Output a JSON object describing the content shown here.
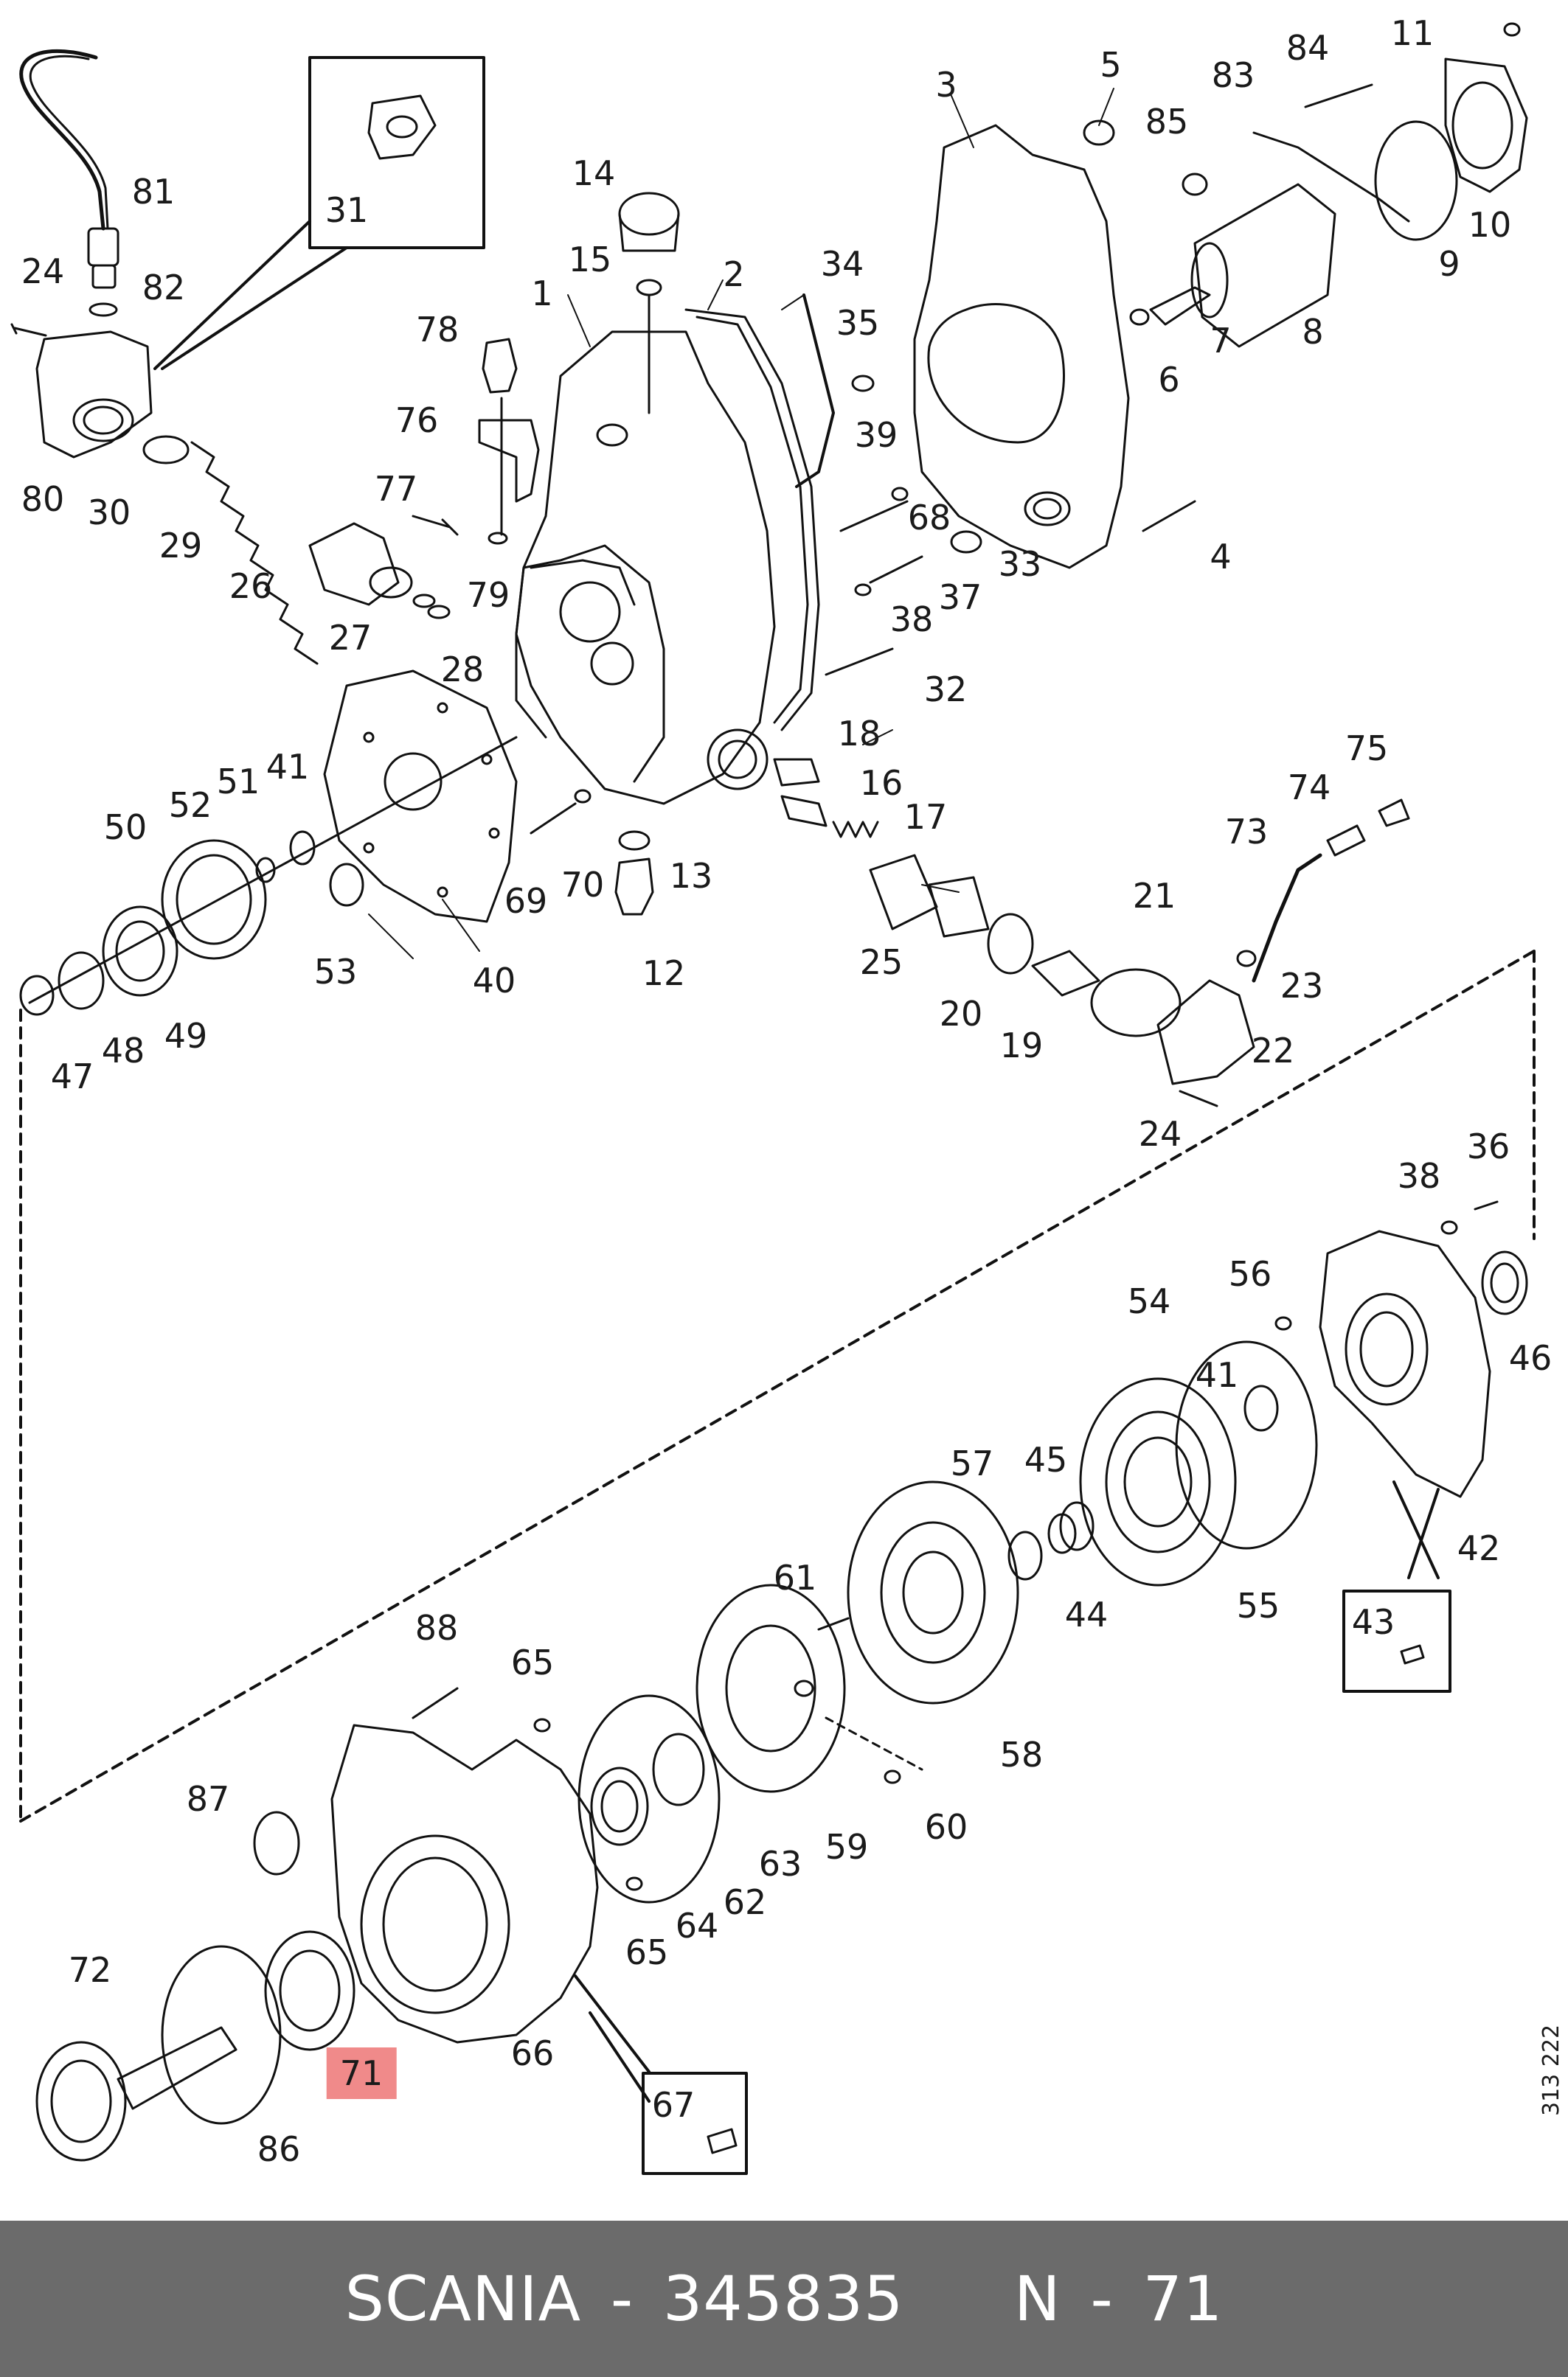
{
  "footer": {
    "brand": "SCANIA",
    "separator1": "-",
    "part_number": "345835",
    "ref_prefix": "N",
    "separator2": "-",
    "ref_number": "71"
  },
  "doc_number": "313 222",
  "highlight_color": "#f08a8a",
  "callouts": {
    "c1": "1",
    "c2": "2",
    "c3": "3",
    "c4": "4",
    "c5": "5",
    "c6": "6",
    "c7": "7",
    "c8": "8",
    "c9": "9",
    "c10": "10",
    "c11": "11",
    "c12": "12",
    "c13": "13",
    "c14": "14",
    "c15": "15",
    "c16": "16",
    "c17": "17",
    "c18": "18",
    "c19": "19",
    "c20": "20",
    "c21": "21",
    "c22": "22",
    "c23": "23",
    "c24a": "24",
    "c24b": "24",
    "c25": "25",
    "c26": "26",
    "c27": "27",
    "c28": "28",
    "c29": "29",
    "c30": "30",
    "c31": "31",
    "c32": "32",
    "c33": "33",
    "c34": "34",
    "c35": "35",
    "c36": "36",
    "c37": "37",
    "c38a": "38",
    "c38b": "38",
    "c39": "39",
    "c40": "40",
    "c41a": "41",
    "c41b": "41",
    "c42": "42",
    "c43": "43",
    "c44": "44",
    "c45": "45",
    "c46": "46",
    "c47": "47",
    "c48": "48",
    "c49": "49",
    "c50": "50",
    "c51": "51",
    "c52": "52",
    "c53": "53",
    "c54": "54",
    "c55": "55",
    "c56": "56",
    "c57": "57",
    "c58": "58",
    "c59": "59",
    "c60": "60",
    "c61": "61",
    "c62": "62",
    "c63": "63",
    "c64": "64",
    "c65a": "65",
    "c65b": "65",
    "c66": "66",
    "c67": "67",
    "c68": "68",
    "c69": "69",
    "c70": "70",
    "c71": "71",
    "c72": "72",
    "c73": "73",
    "c74": "74",
    "c75": "75",
    "c76": "76",
    "c77": "77",
    "c78": "78",
    "c79": "79",
    "c80": "80",
    "c81": "81",
    "c82": "82",
    "c83": "83",
    "c84": "84",
    "c85": "85",
    "c86": "86",
    "c87": "87",
    "c88": "88"
  }
}
